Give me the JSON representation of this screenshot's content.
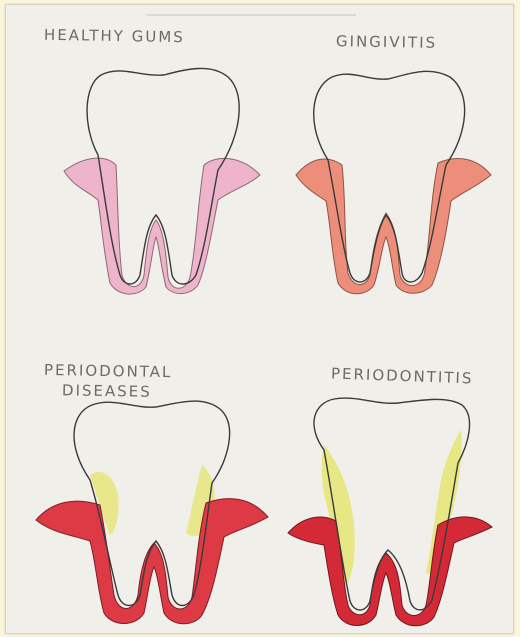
{
  "labels": {
    "healthy": "HEALTHY GUMS",
    "gingivitis": "GINGIVITIS",
    "periodontal_line1": "PERIODONTAL",
    "periodontal_line2": "DISEASES",
    "periodontitis": "PERIODONTITIS"
  },
  "colors": {
    "paper": "#f1efea",
    "outline": "#3a3a3a",
    "healthy_gum": "#eeb4cc",
    "gingivitis_gum": "#ec8e7a",
    "periodontal_gum": "#dd3a45",
    "periodontitis_gum": "#d42a38",
    "plaque": "#e7e57a"
  }
}
